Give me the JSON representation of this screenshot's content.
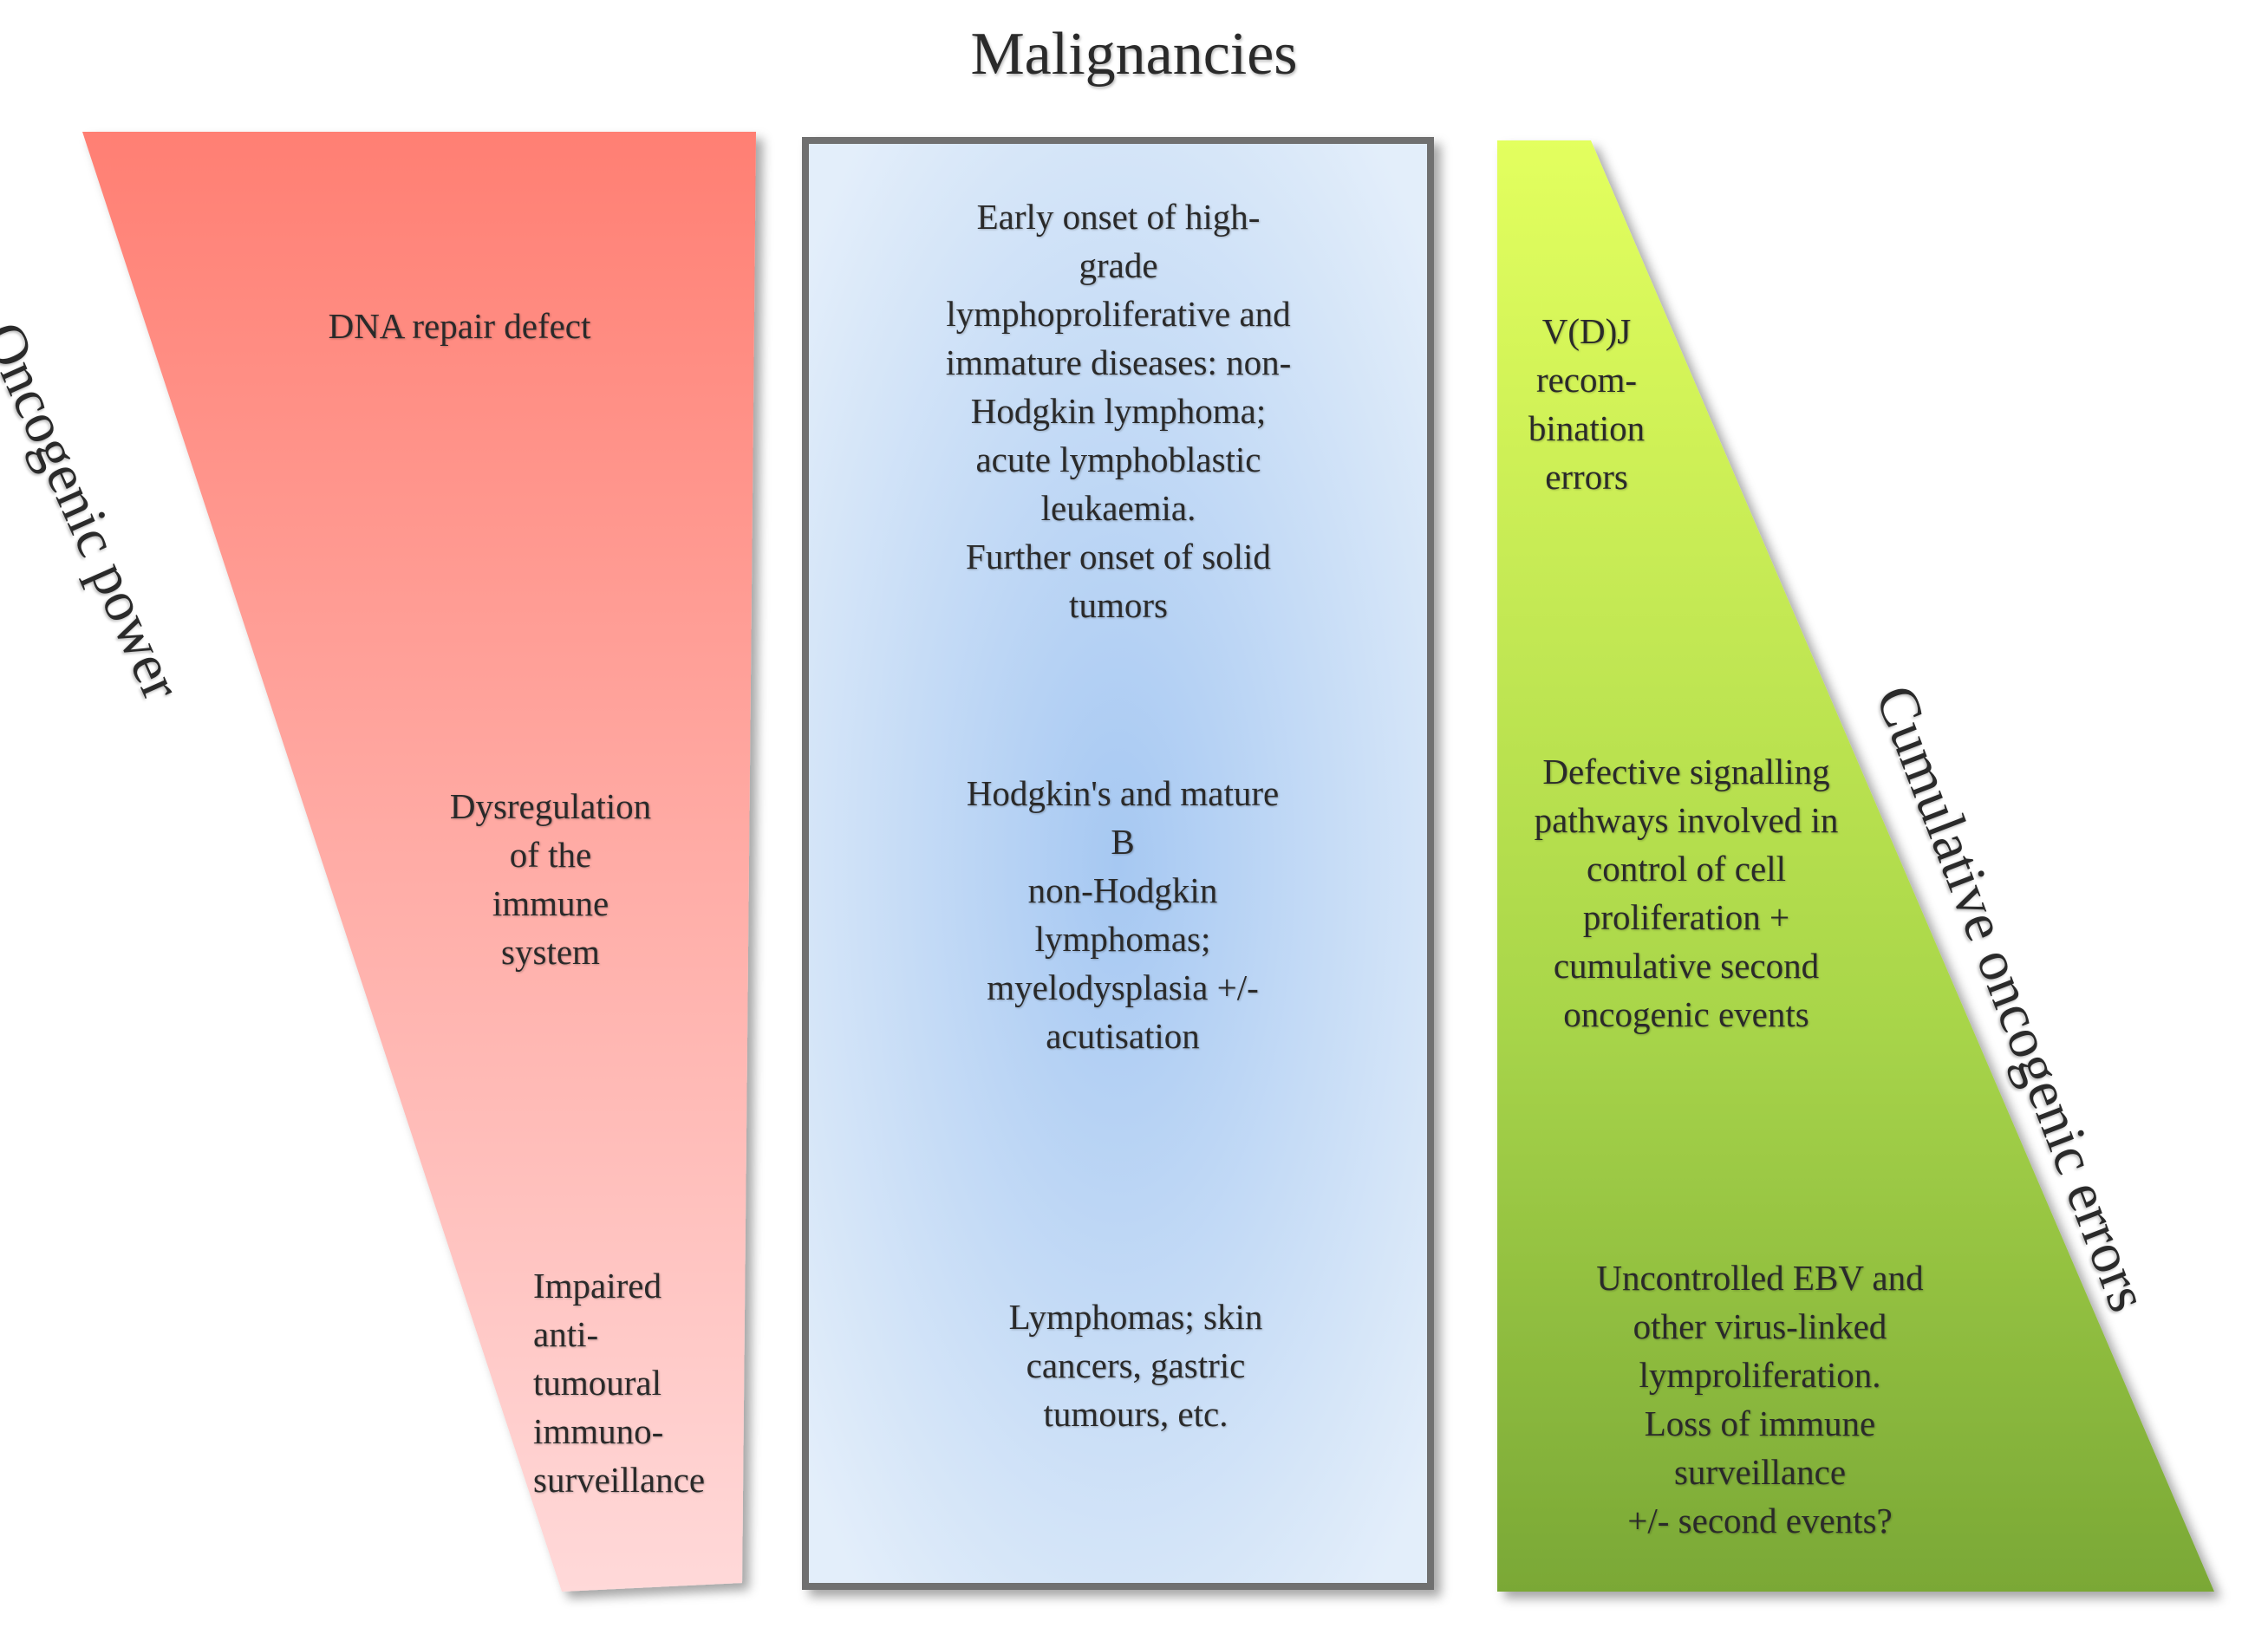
{
  "title": "Malignancies",
  "left_axis": "Oncogenic power",
  "right_axis": "Cumulative oncogenic errors",
  "left_items": [
    "DNA repair defect",
    "Dysregulation\nof the\nimmune\nsystem",
    "Impaired\nanti-\ntumoural\nimmuno-\nsurveillance"
  ],
  "middle_items": [
    "Early onset of high-\ngrade\nlymphoproliferative  and\nimmature  diseases: non-\nHodgkin  lymphoma;\nacute lymphoblastic\nleukaemia.\nFurther onset of solid\ntumors",
    "Hodgkin's and mature\nB\nnon-Hodgkin\nlymphomas;\nmyelodysplasia   +/-\nacutisation",
    "Lymphomas;  skin\ncancers, gastric\ntumours,  etc."
  ],
  "right_items": [
    "V(D)J\nrecom-\nbination\nerrors",
    "Defective signalling\npathways involved in\ncontrol of cell\nproliferation +\ncumulative second\noncogenic events",
    "Uncontrolled EBV and\nother virus-linked\nlymproliferation.\nLoss of immune\nsurveillance\n+/- second events?"
  ],
  "colors": {
    "left_top": "#ff7f73",
    "left_bottom": "#ffd9d9",
    "middle_center": "#a6c8f2",
    "middle_edge": "#e3eefa",
    "right_top": "#e3ff5e",
    "right_bottom": "#7aa836"
  }
}
